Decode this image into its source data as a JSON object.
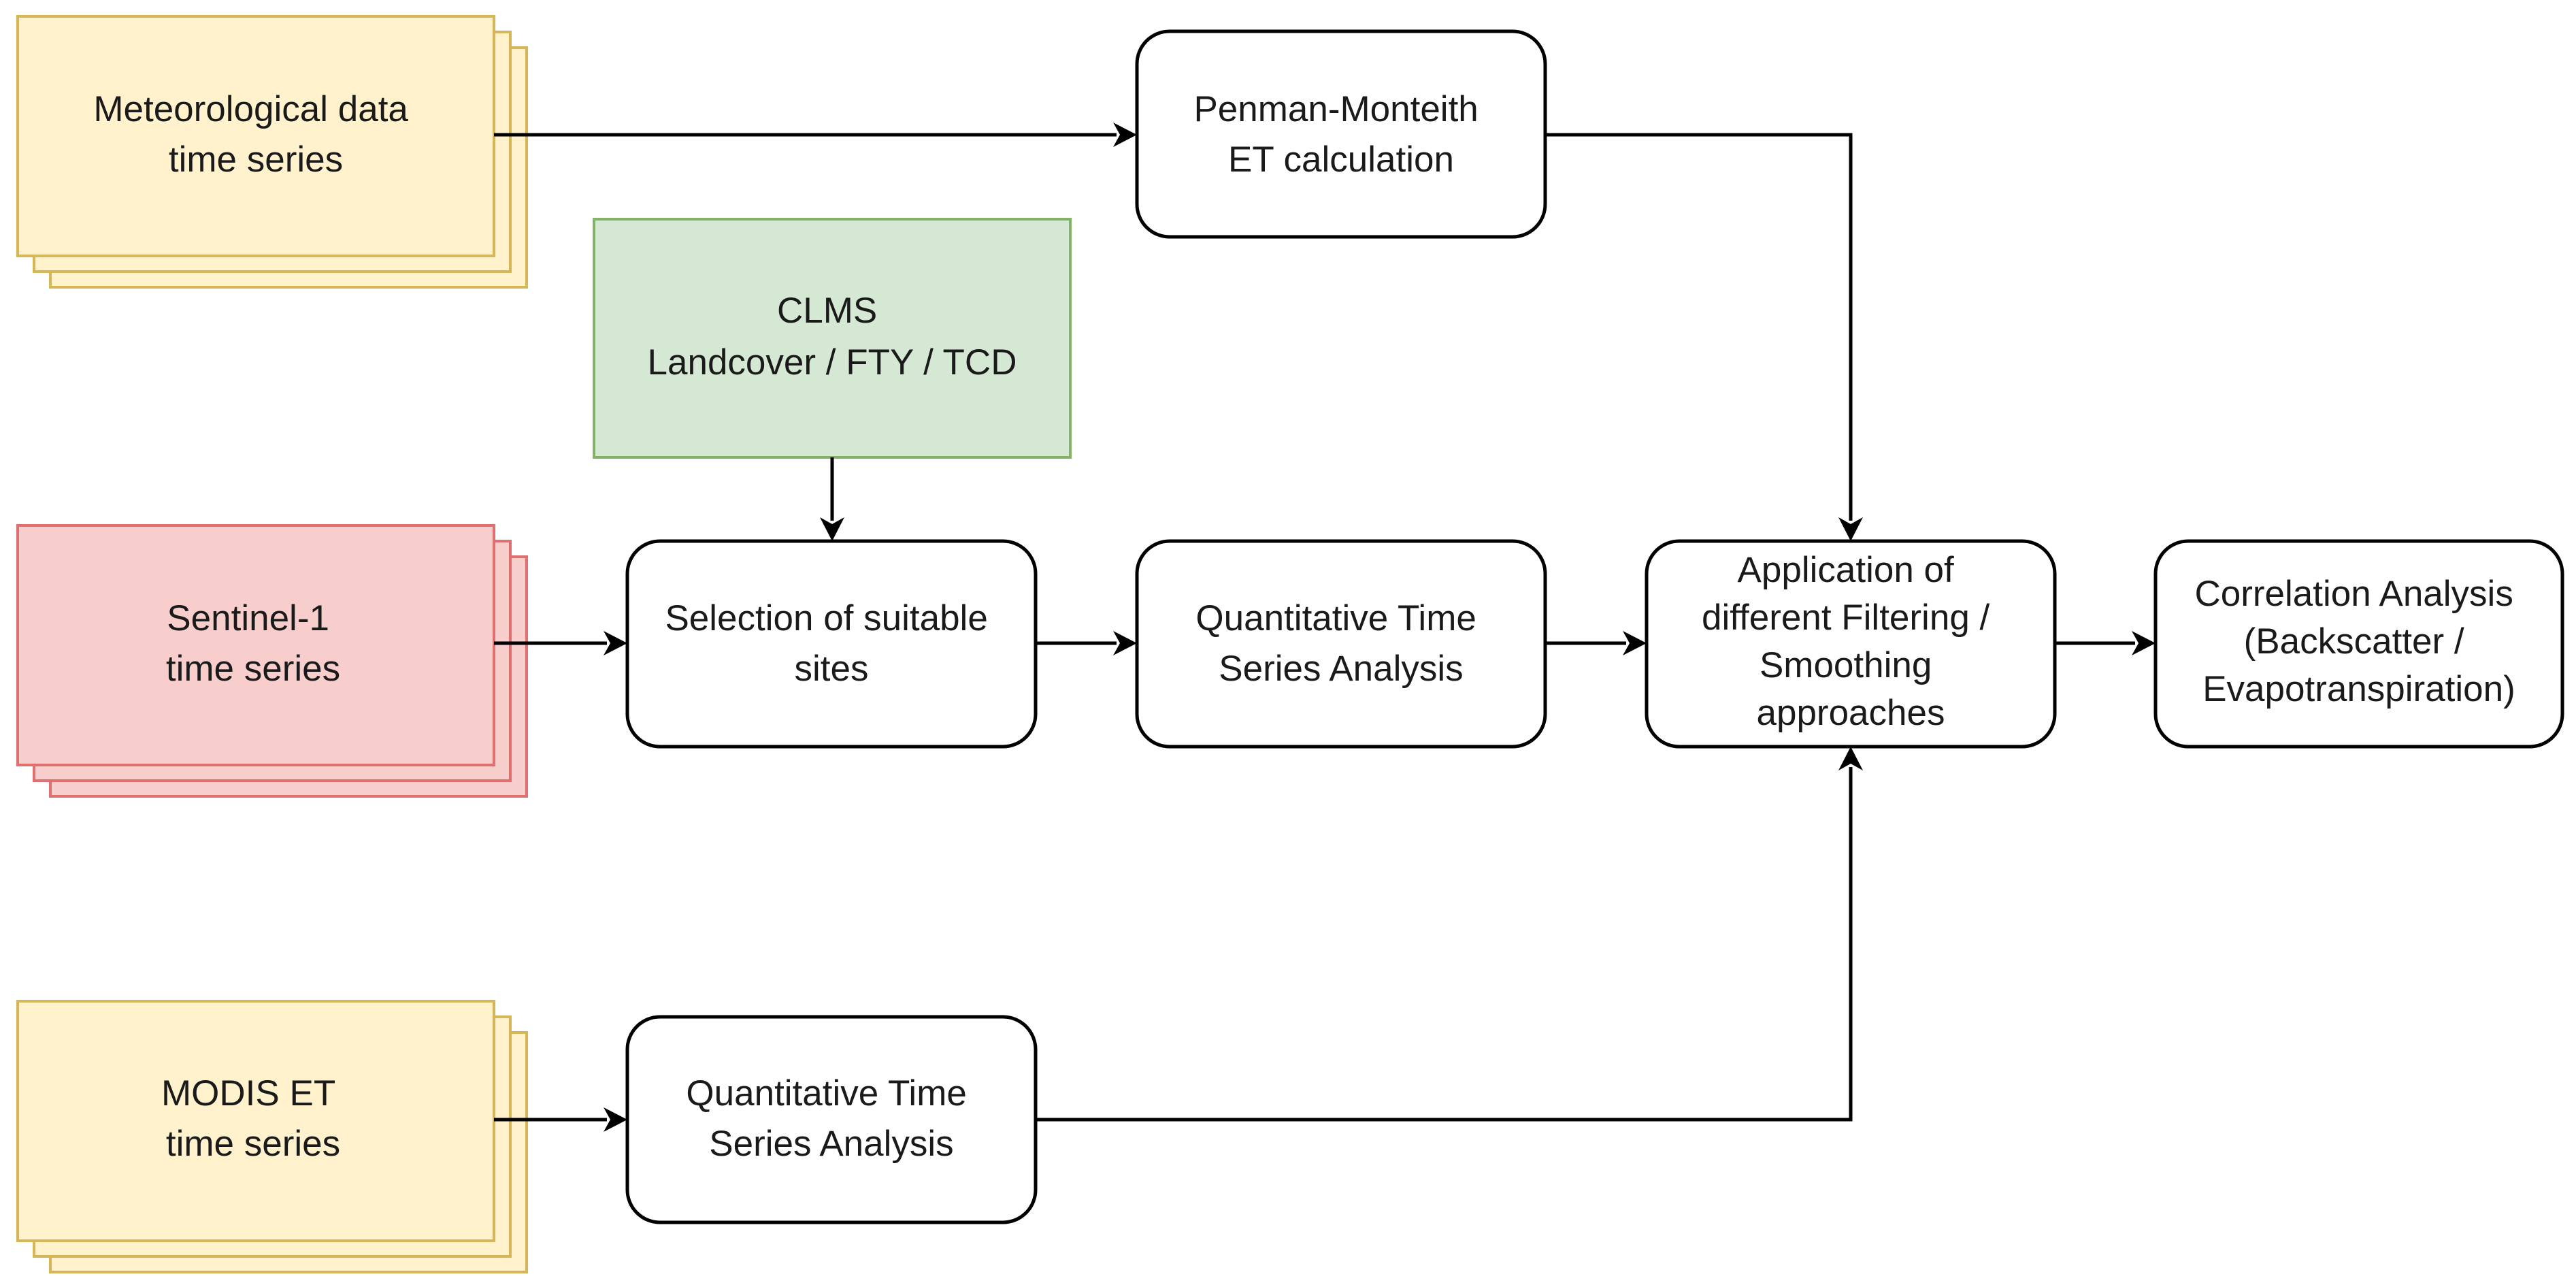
{
  "colors": {
    "yellow_fill": "#fff2cc",
    "yellow_stroke": "#d6b656",
    "red_fill": "#f8cecc",
    "red_stroke": "#e07070",
    "green_fill": "#d5e8d4",
    "green_stroke": "#82b366",
    "process_fill": "#ffffff",
    "process_stroke": "#000000",
    "edge": "#000000"
  },
  "nodes": {
    "meteo": {
      "lines": [
        "Meteorological data",
        "time series"
      ]
    },
    "sentinel": {
      "lines": [
        "Sentinel-1",
        "time series"
      ]
    },
    "modis": {
      "lines": [
        "MODIS ET",
        "time series"
      ]
    },
    "clms": {
      "lines": [
        "CLMS",
        "Landcover / FTY / TCD"
      ]
    },
    "penman": {
      "lines": [
        "Penman-Monteith",
        "ET calculation"
      ]
    },
    "selection": {
      "lines": [
        "Selection of suitable",
        "sites"
      ]
    },
    "qtsa_middle": {
      "lines": [
        "Quantitative Time",
        "Series Analysis"
      ]
    },
    "qtsa_bottom": {
      "lines": [
        "Quantitative Time",
        "Series Analysis"
      ]
    },
    "filtering": {
      "lines": [
        "Application of",
        "different Filtering /",
        "Smoothing",
        "approaches"
      ]
    },
    "correlation": {
      "lines": [
        "Correlation Analysis",
        "(Backscatter /",
        "Evapotranspiration)"
      ]
    }
  }
}
